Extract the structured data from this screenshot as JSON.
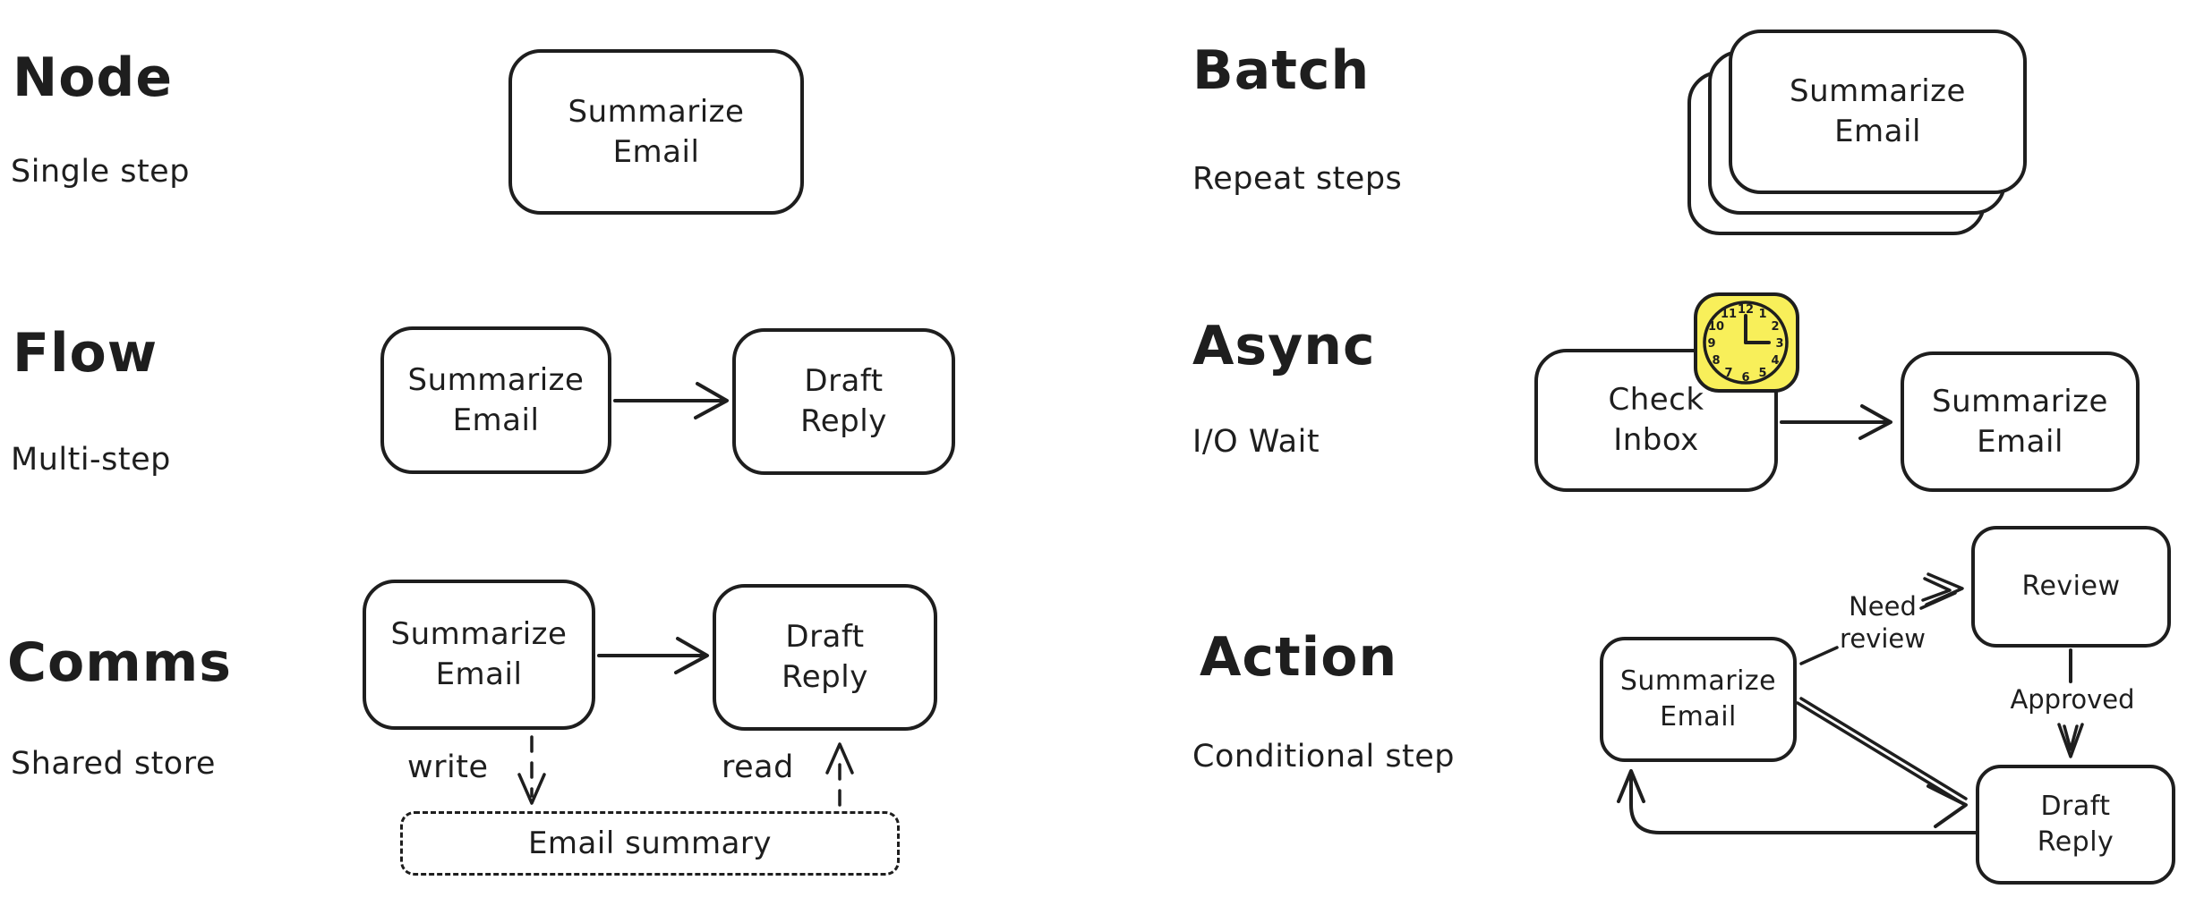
{
  "colors": {
    "stroke": "#1e1e1e",
    "background": "#ffffff",
    "clock_fill": "#f8ef5a"
  },
  "node": {
    "title": "Node",
    "subtitle": "Single step",
    "box": {
      "line1": "Summarize",
      "line2": "Email"
    }
  },
  "flow": {
    "title": "Flow",
    "subtitle": "Multi-step",
    "box1": {
      "line1": "Summarize",
      "line2": "Email"
    },
    "box2": {
      "line1": "Draft",
      "line2": "Reply"
    }
  },
  "comms": {
    "title": "Comms",
    "subtitle": "Shared store",
    "box1": {
      "line1": "Summarize",
      "line2": "Email"
    },
    "box2": {
      "line1": "Draft",
      "line2": "Reply"
    },
    "write_label": "write",
    "read_label": "read",
    "store_label": "Email summary"
  },
  "batch": {
    "title": "Batch",
    "subtitle": "Repeat steps",
    "box": {
      "line1": "Summarize",
      "line2": "Email"
    }
  },
  "async": {
    "title": "Async",
    "subtitle": "I/O Wait",
    "box1": {
      "line1": "Check",
      "line2": "Inbox"
    },
    "box2": {
      "line1": "Summarize",
      "line2": "Email"
    },
    "clock_numbers": [
      "12",
      "1",
      "2",
      "3",
      "4",
      "5",
      "6",
      "7",
      "8",
      "9",
      "10",
      "11"
    ]
  },
  "action": {
    "title": "Action",
    "subtitle": "Conditional step",
    "box1": {
      "line1": "Summarize",
      "line2": "Email"
    },
    "review_label": "Review",
    "box3": {
      "line1": "Draft",
      "line2": "Reply"
    },
    "need_review": {
      "line1": "Need",
      "line2": "review"
    },
    "approved_label": "Approved"
  }
}
